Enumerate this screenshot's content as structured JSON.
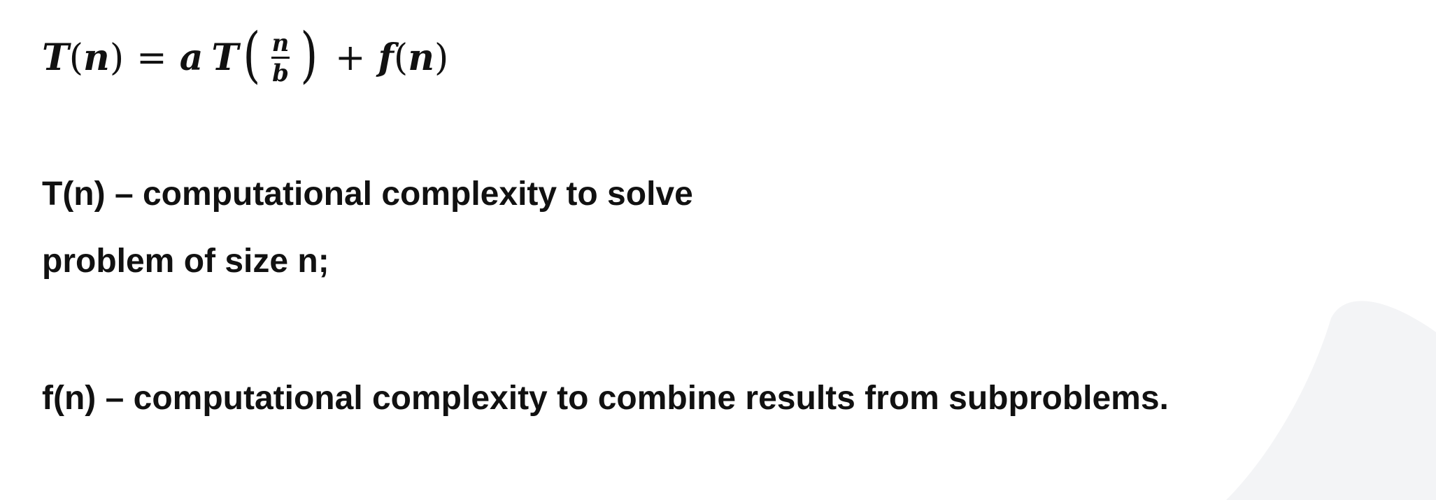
{
  "formula": {
    "T": "T",
    "n": "n",
    "equals": "=",
    "a": "a",
    "frac_num": "n",
    "frac_den": "b",
    "plus": "+",
    "f": "f"
  },
  "definitions": {
    "line1": "T(n) – computational complexity to solve",
    "line2": "problem of size n;",
    "line3": "f(n) – computational complexity to combine results from subproblems."
  },
  "colors": {
    "text": "#111111",
    "background": "#ffffff",
    "corner_shape": "#f3f4f6"
  }
}
